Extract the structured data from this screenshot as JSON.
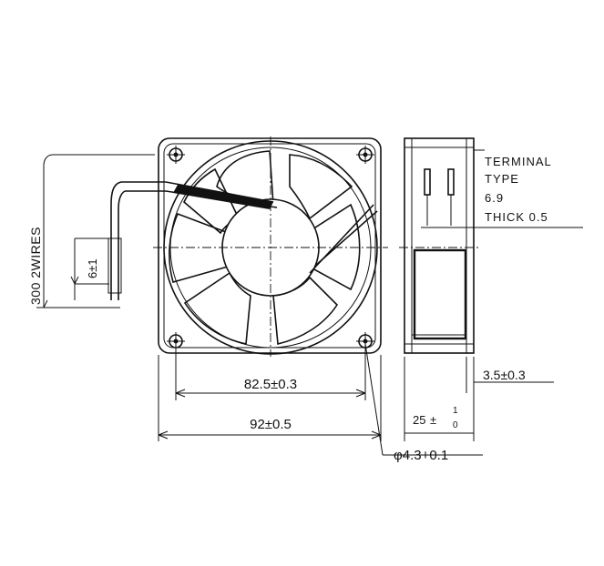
{
  "labels": {
    "wires": "300  2WIRES",
    "strip": "6±1",
    "inner_pitch": "82.5±0.3",
    "outer_width": "92±0.5",
    "hole": "φ4.3+0.1",
    "terminal_line1": "TERMINAL",
    "terminal_line2": "TYPE",
    "terminal_line3": "6.9",
    "terminal_line4": "THICK  0.5",
    "flange": "3.5±0.3",
    "depth_main": "25",
    "depth_tol_upper": "1",
    "depth_tol_lower": "0",
    "depth_pm": "±"
  }
}
